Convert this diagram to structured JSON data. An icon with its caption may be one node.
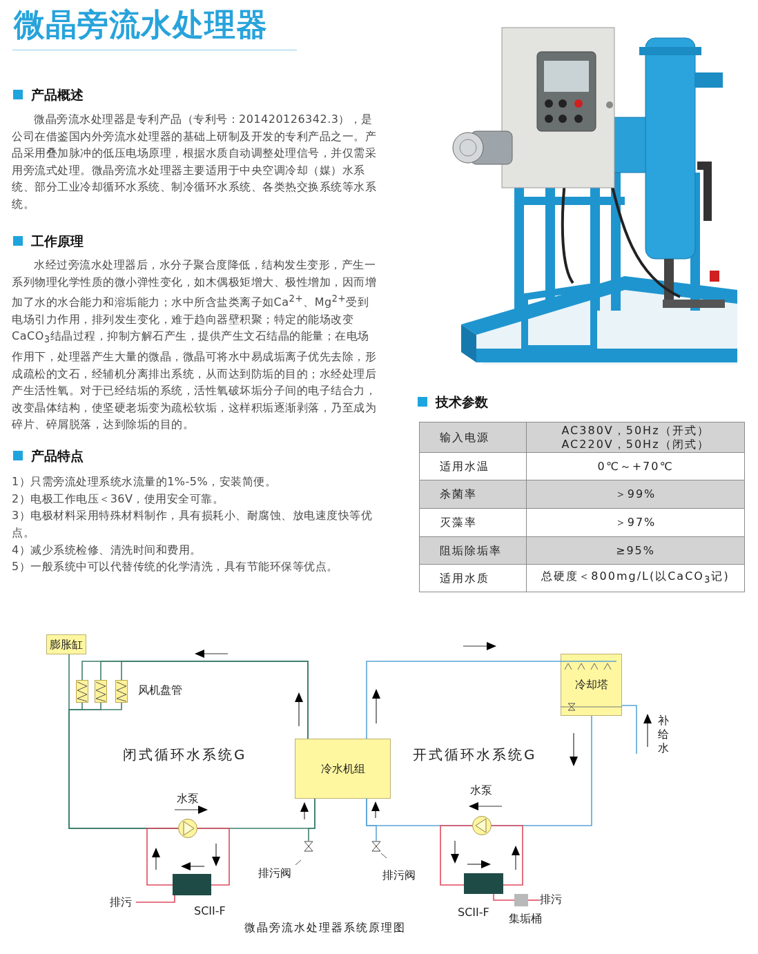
{
  "diagram": {
    "title": "微晶旁流水处理器",
    "caption": "微晶旁流水处理器系统原理图",
    "nodes": [
      {
        "text": [
          "膨胀缸"
        ]
      },
      {
        "text": [],
        "shape": "box"
      },
      {
        "text": [],
        "shape": "box"
      },
      {
        "text": [],
        "shape": "box"
      },
      {
        "text": [
          "冷水机组"
        ]
      },
      {
        "text": [
          "冷却塔"
        ]
      },
      {
        "text": [],
        "shape": "circle",
        "beside": [
          "水泵"
        ]
      },
      {
        "text": [],
        "shape": "circle",
        "beside": [
          "水泵"
        ]
      },
      {
        "text": [],
        "shape": "box",
        "beside": [
          "SCII-F"
        ]
      },
      {
        "text": [],
        "shape": "box",
        "beside": [
          "SCII-F"
        ]
      },
      {
        "text": [],
        "shape": "box",
        "beside": [
          "集垢桶"
        ]
      },
      {
        "text": [],
        "shape": "valve",
        "beside": [
          "排污阀"
        ]
      },
      {
        "text": [],
        "shape": "valve",
        "beside": [
          "排污阀"
        ]
      },
      {
        "text": [
          "排污"
        ]
      },
      {
        "text": [
          "排污"
        ]
      }
    ],
    "edges": [
      {
        "from": 0,
        "to": 6,
        "arrow": "none"
      },
      {
        "from": 4,
        "to": 1,
        "arrow": "none"
      },
      {
        "from": 4,
        "to": 2,
        "arrow": "none"
      },
      {
        "from": 4,
        "to": 3,
        "arrow": "none"
      },
      {
        "from": 1,
        "to": 6,
        "arrow": "none"
      },
      {
        "from": 2,
        "to": 6,
        "arrow": "none"
      },
      {
        "from": 3,
        "to": 6,
        "arrow": "none"
      },
      {
        "from": 6,
        "to": 4,
        "arrow": "none"
      },
      {
        "from": 6,
        "to": 8,
        "arrow": "none",
        "color": "#e04a5e"
      },
      {
        "from": 8,
        "to": 6,
        "arrow": "none",
        "color": "#e04a5e"
      },
      {
        "from": 8,
        "to": 13,
        "arrow": "none",
        "color": "#e04a5e"
      },
      {
        "from": 4,
        "to": 11,
        "arrow": "none"
      },
      {
        "from": 4,
        "to": 5,
        "arrow": "none",
        "color": "#5aa5d6"
      },
      {
        "from": 5,
        "to": 7,
        "arrow": "none",
        "color": "#5aa5d6"
      },
      {
        "from": 7,
        "to": 4,
        "arrow": "none",
        "color": "#5aa5d6"
      },
      {
        "from": 4,
        "to": 12,
        "arrow": "none",
        "color": "#5aa5d6"
      },
      {
        "from": 7,
        "to": 9,
        "arrow": "none",
        "color": "#e04a5e"
      },
      {
        "from": 9,
        "to": 7,
        "arrow": "none",
        "color": "#e04a5e"
      },
      {
        "from": 9,
        "to": 10,
        "arrow": "none",
        "color": "#e04a5e"
      },
      {
        "from": 10,
        "to": 14,
        "arrow": "none",
        "color": "#e04a5e"
      },
      {
        "from": 5,
        "to": null,
        "arrow": "none",
        "color": "#5aa5d6"
      }
    ],
    "labels": [
      "产品概述",
      "微晶旁流水处理器是专利产品（专利号：201420126342.3），是公司在借鉴国内外旁流水处理器的基础上研制及开发的专利产品之一。产品采用叠加脉冲的低压电场原理，根据水质自动调整处理信号，并仅需采用旁流式处理。微晶旁流水处理器主要适用于中央空调冷却（媒）水系统、部分工业冷却循环水系统、制冷循环水系统、各类热交换系统等水系统。",
      "工作原理",
      "水经过旁流水处理器后，水分子聚合度降低，结构发生变形，产生一系列物理化学性质的微小弹性变化，如木偶极矩增大、极性增加，因而增加了水的水合能力和溶垢能力；水中所含盐类离子如Ca$^{2+}$、Mg$^{2+}$受到电场引力作用，排列发生变化，难于趋向器壁积聚；特定的能场改变CaCO$_{3}$结晶过程，抑制方解石产生，提供产生文石结晶的能量；在电场作用下，处理器产生大量的微晶，微晶可将水中易成垢离子优先去除，形成疏松的文石，经辅机分离排出系统，从而达到防垢的目的；水经处理后产生活性氧。对于已经结垢的系统，活性氧破坏垢分子间的电子结合力，改变晶体结构，使坚硬老垢变为疏松软垢，这样积垢逐渐剥落，乃至成为碎片、碎屑脱落，达到除垢的目的。",
      "产品特点",
      "1）只需旁流处理系统水流量的1%-5%，安装简便。",
      "2）电极工作电压＜36V，使用安全可靠。",
      "3）电极材料采用特殊材料制作，具有损耗小、耐腐蚀、放电速度快等优点。",
      "4）减少系统检修、清洗时间和费用。",
      "5）一般系统中可以代替传统的化学清洗，具有节能环保等优点。",
      "技术参数",
      "输入电源",
      "AC380V，50Hz（开式） AC220V，50Hz（闭式）",
      "适用水温",
      "0℃～+70℃",
      "杀菌率",
      "＞99%",
      "灭藻率",
      "＞97%",
      "阻垢除垢率",
      "≥95%",
      "适用水质",
      "总硬度＜800mg/L(以CaCO$_{3}$记)",
      "风机盘管",
      "闭式循环水系统G",
      "开式循环水系统G",
      "补给水"
    ]
  }
}
